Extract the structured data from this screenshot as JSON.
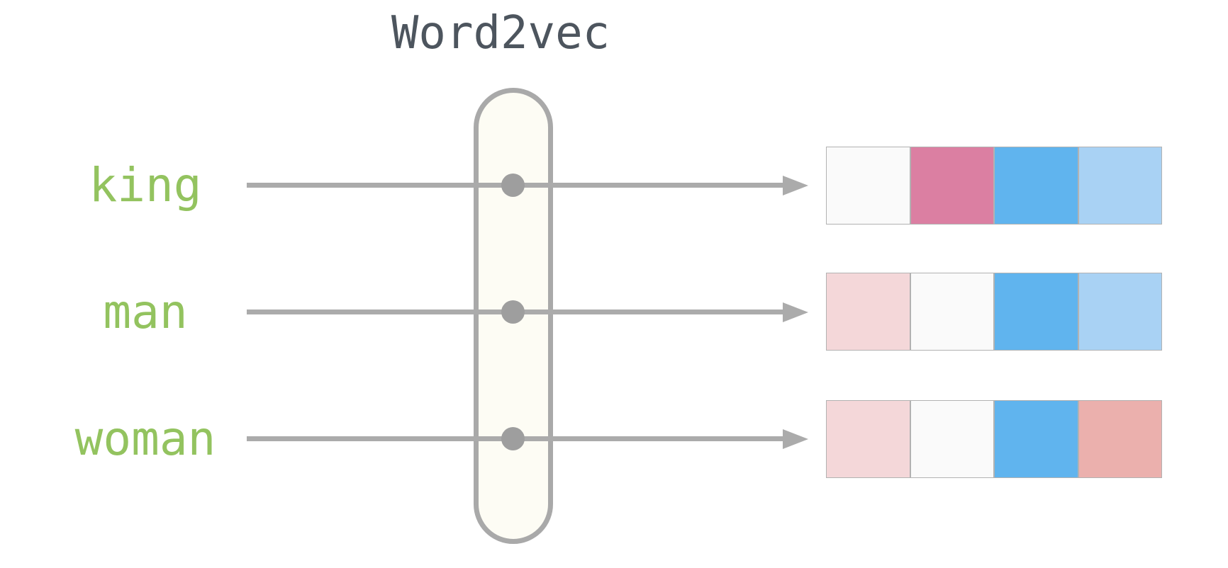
{
  "title": "Word2vec",
  "rows": [
    {
      "word": "king",
      "cell_colors": [
        "#fafafa",
        "#db7fa2",
        "#60b4ee",
        "#a9d2f4"
      ]
    },
    {
      "word": "man",
      "cell_colors": [
        "#f4d7d9",
        "#fafafa",
        "#60b4ee",
        "#a9d2f4"
      ]
    },
    {
      "word": "woman",
      "cell_colors": [
        "#f4d7d9",
        "#fafafa",
        "#60b4ee",
        "#ebb0ad"
      ]
    }
  ],
  "colors": {
    "title_text": "#4d555e",
    "word_text": "#93c35f",
    "arrow": "#ababab",
    "capsule_fill": "#fdfcf4",
    "capsule_border": "#a9a9a9",
    "node_dot": "#9e9e9e",
    "cell_border": "#b2b2b2"
  }
}
